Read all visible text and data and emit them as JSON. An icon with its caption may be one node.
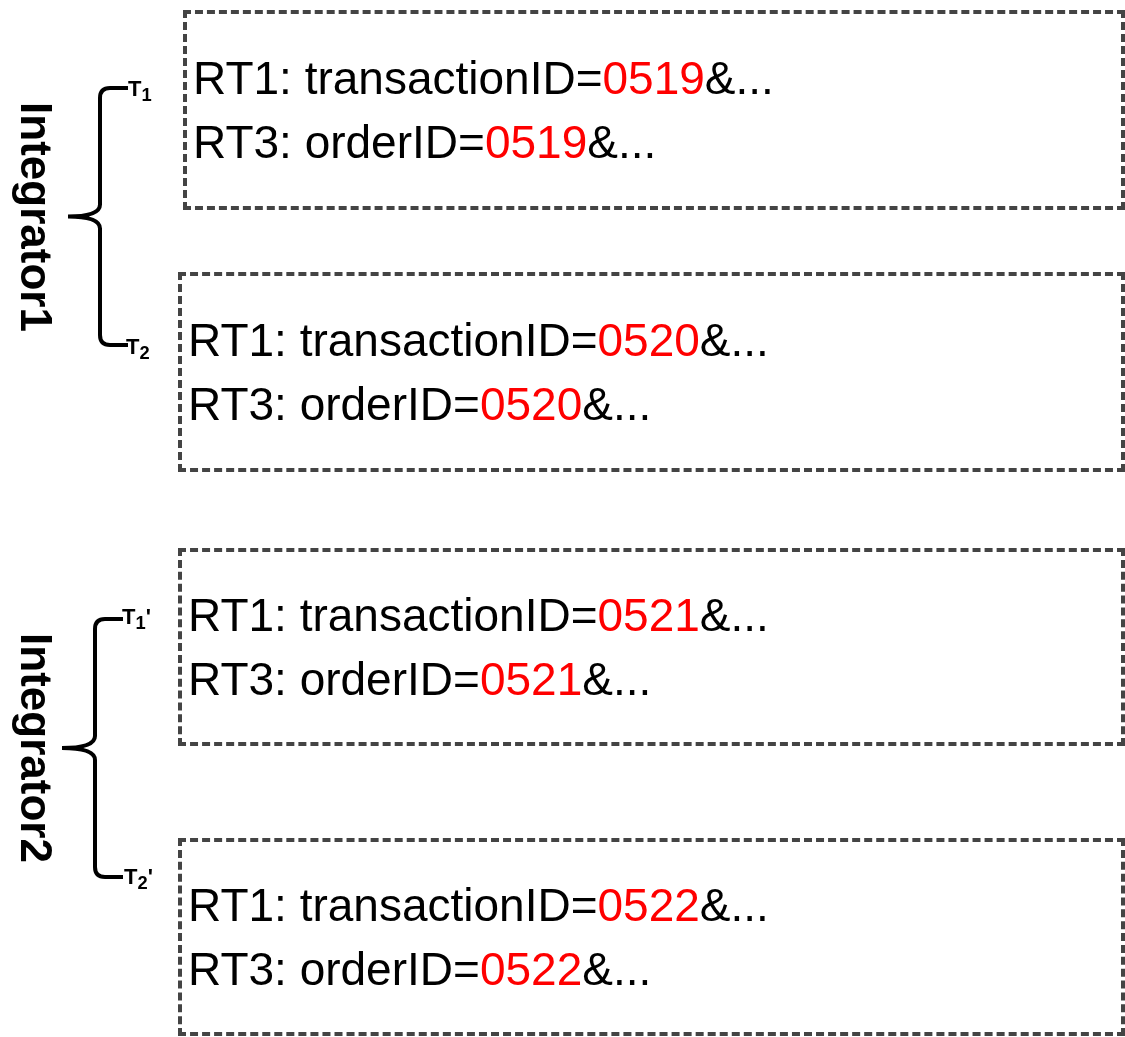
{
  "diagram": {
    "nodes": [
      {
        "text": [
          "RT1: transactionID=0519&...",
          "RT3: orderID=0519&..."
        ]
      },
      {
        "text": [
          "RT1: transactionID=0520&...",
          "RT3: orderID=0520&..."
        ]
      },
      {
        "text": [
          "RT1: transactionID=0521&...",
          "RT3: orderID=0521&..."
        ]
      },
      {
        "text": [
          "RT1: transactionID=0522&...",
          "RT3: orderID=0522&..."
        ]
      }
    ],
    "labels": [
      "Integrator1",
      "T$_{1}$",
      "T$_{2}$",
      "Integrator2",
      "T$_{1}$'",
      "T$_{2}$'"
    ]
  }
}
